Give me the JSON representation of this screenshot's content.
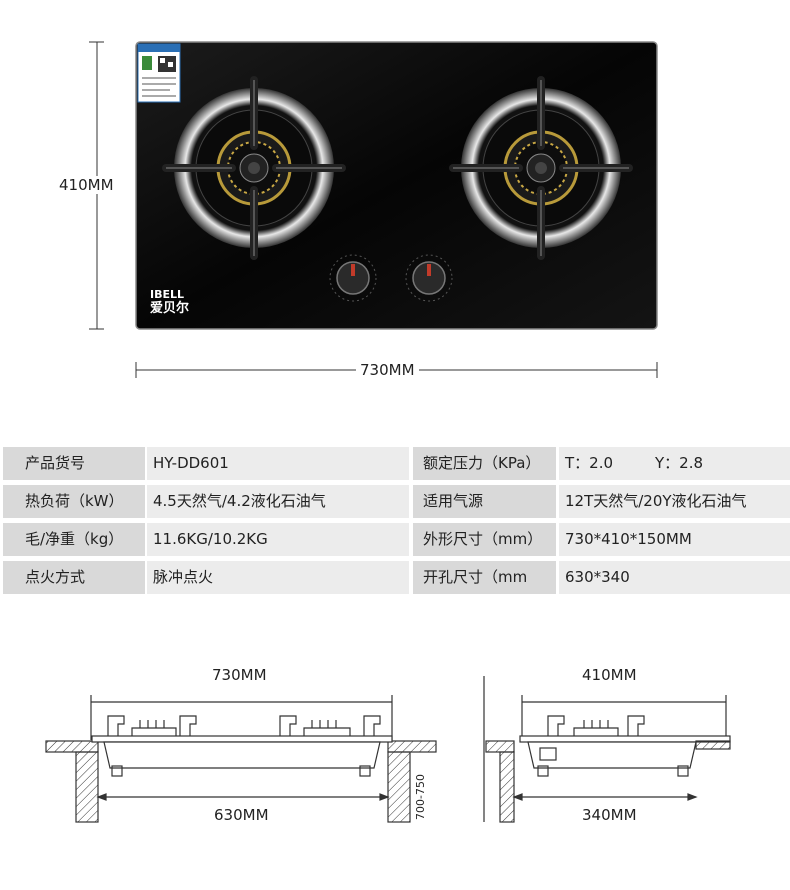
{
  "top": {
    "height_label": "410MM",
    "width_label": "730MM",
    "brand_en": "IBELL",
    "brand_cn": "爱贝尔",
    "sticker_title": "中国能效标识"
  },
  "specs": {
    "rows": [
      {
        "l1": "产品货号",
        "v1": "HY-DD601",
        "l2": "额定压力（KPa）",
        "v2a": "T：2.0",
        "v2b": "Y：2.8"
      },
      {
        "l1": "热负荷（kW）",
        "v1": "4.5天然气/4.2液化石油气",
        "l2": "适用气源",
        "v2a": "12T天然气/20Y液化石油气",
        "v2b": ""
      },
      {
        "l1": "毛/净重（kg）",
        "v1": "11.6KG/10.2KG",
        "l2": "外形尺寸（mm）",
        "v2a": "730*410*150MM",
        "v2b": ""
      },
      {
        "l1": "点火方式",
        "v1": "脉冲点火",
        "l2": "开孔尺寸（mm",
        "v2a": "630*340",
        "v2b": ""
      }
    ]
  },
  "install": {
    "front_top_label": "730MM",
    "front_bottom_label": "630MM",
    "cabinet_label": "700-750",
    "side_top_label": "410MM",
    "side_bottom_label": "340MM"
  }
}
